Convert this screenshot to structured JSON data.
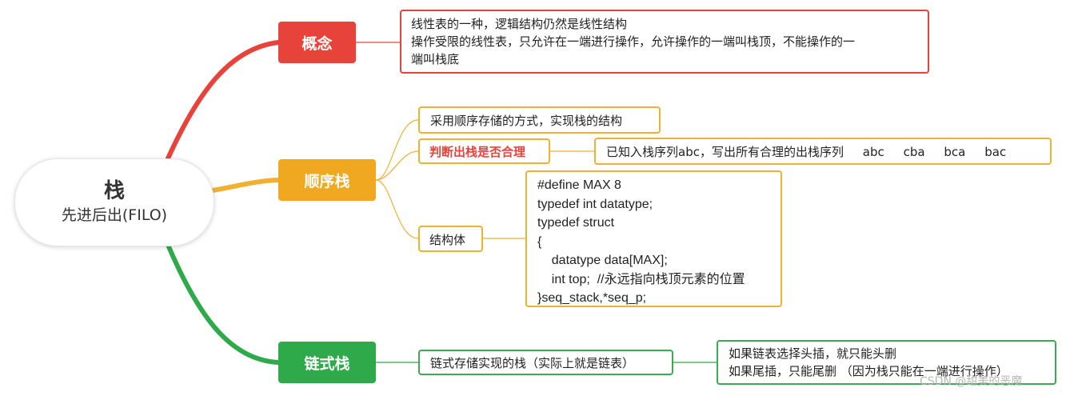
{
  "root": {
    "title": "栈",
    "subtitle": "先进后出(FILO)"
  },
  "branches": {
    "concept": {
      "label": "概念",
      "color": "#e8433a",
      "note_lines": [
        "线性表的一种，逻辑结构仍然是线性结构",
        "操作受限的线性表，只允许在一端进行操作，允许操作的一端叫栈顶，不能操作的一",
        "端叫栈底"
      ]
    },
    "sequential": {
      "label": "顺序栈",
      "color": "#f0a820",
      "children": {
        "storage": "采用顺序存储的方式，实现栈的结构",
        "judge": {
          "label": "判断出栈是否合理",
          "answer": "已知入栈序列abc，写出所有合理的出栈序列     abc     cba     bca     bac"
        },
        "struct": {
          "label": "结构体",
          "code_lines": [
            "#define MAX 8",
            "typedef int datatype;",
            "typedef struct",
            "{",
            "    datatype data[MAX];",
            "    int top;  //永远指向栈顶元素的位置",
            "}seq_stack,*seq_p;"
          ]
        }
      }
    },
    "linked": {
      "label": "链式栈",
      "color": "#2eaa4a",
      "children": {
        "desc": "链式存储实现的栈（实际上就是链表）",
        "note_lines": [
          "如果链表选择头插，就只能头删",
          "如果尾插，只能尾删 （因为栈只能在一端进行操作）"
        ]
      }
    }
  },
  "watermark": "CSDN @甜美的恶魔"
}
